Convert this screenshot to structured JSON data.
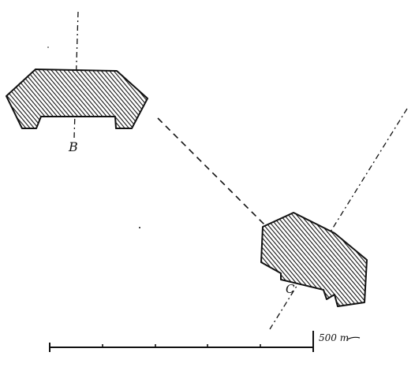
{
  "diagram": {
    "labels": {
      "b": "B",
      "c": "C"
    },
    "scale": {
      "text": "500 m",
      "divisions": 5
    },
    "colors": {
      "ink": "#111111",
      "hatch": "#111111",
      "fill": "#ffffff"
    }
  }
}
